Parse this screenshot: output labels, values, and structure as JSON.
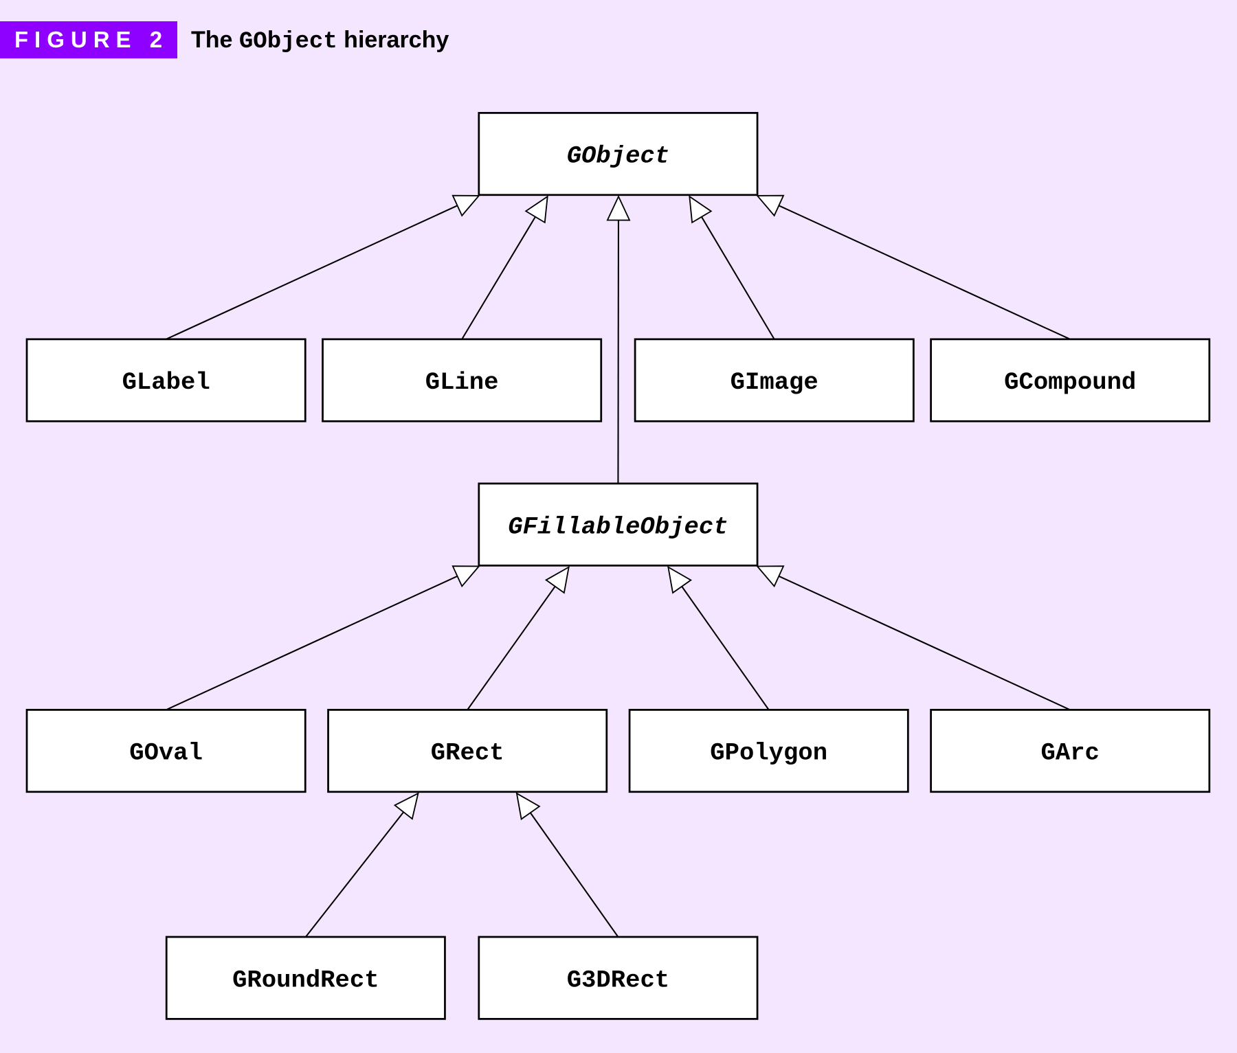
{
  "figure": {
    "label": "FIGURE 2",
    "caption_pre": "The ",
    "caption_code": "GObject",
    "caption_post": " hierarchy"
  },
  "nodes": [
    {
      "id": "GObject",
      "label": "GObject",
      "abstract": true
    },
    {
      "id": "GLabel",
      "label": "GLabel",
      "abstract": false
    },
    {
      "id": "GLine",
      "label": "GLine",
      "abstract": false
    },
    {
      "id": "GImage",
      "label": "GImage",
      "abstract": false
    },
    {
      "id": "GCompound",
      "label": "GCompound",
      "abstract": false
    },
    {
      "id": "GFillableObject",
      "label": "GFillableObject",
      "abstract": true
    },
    {
      "id": "GOval",
      "label": "GOval",
      "abstract": false
    },
    {
      "id": "GRect",
      "label": "GRect",
      "abstract": false
    },
    {
      "id": "GPolygon",
      "label": "GPolygon",
      "abstract": false
    },
    {
      "id": "GArc",
      "label": "GArc",
      "abstract": false
    },
    {
      "id": "GRoundRect",
      "label": "GRoundRect",
      "abstract": false
    },
    {
      "id": "G3DRect",
      "label": "G3DRect",
      "abstract": false
    }
  ],
  "edges": [
    {
      "child": "GLabel",
      "parent": "GObject"
    },
    {
      "child": "GLine",
      "parent": "GObject"
    },
    {
      "child": "GFillableObject",
      "parent": "GObject"
    },
    {
      "child": "GImage",
      "parent": "GObject"
    },
    {
      "child": "GCompound",
      "parent": "GObject"
    },
    {
      "child": "GOval",
      "parent": "GFillableObject"
    },
    {
      "child": "GRect",
      "parent": "GFillableObject"
    },
    {
      "child": "GPolygon",
      "parent": "GFillableObject"
    },
    {
      "child": "GArc",
      "parent": "GFillableObject"
    },
    {
      "child": "GRoundRect",
      "parent": "GRect"
    },
    {
      "child": "G3DRect",
      "parent": "GRect"
    }
  ],
  "colors": {
    "background": "#f4e6fe",
    "banner": "#8e00ff"
  }
}
